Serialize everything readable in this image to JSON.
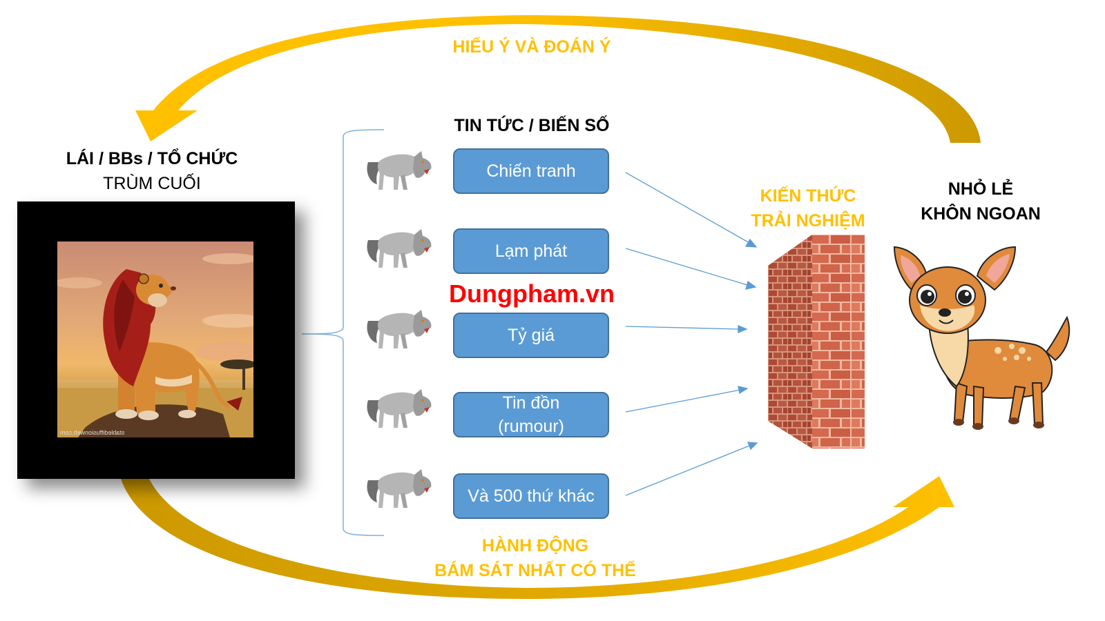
{
  "colors": {
    "arrow_yellow": "#FFC000",
    "arrow_gold": "#CC9900",
    "box_fill": "#5B9BD5",
    "box_border": "#41719C",
    "connector_blue": "#5B9BD5",
    "brand_red": "#FF0000"
  },
  "top_arrow": {
    "label": "HIỂU Ý VÀ ĐOÁN Ý"
  },
  "bottom_arrow": {
    "label_line1": "HÀNH ĐỘNG",
    "label_line2": "BÁM SÁT NHẤT CÓ THỂ"
  },
  "left_actor": {
    "title": "LÁI / BBs / TỔ CHỨC",
    "subtitle": "TRÙM CUỐI",
    "image": "lion-icon",
    "watermark": "stablediffusionweb.com"
  },
  "news": {
    "heading": "TIN TỨC / BIẾN SỐ",
    "items": [
      {
        "label": "Chiến tranh",
        "icon": "wolf-icon"
      },
      {
        "label": "Lạm phát",
        "icon": "wolf-icon"
      },
      {
        "label": "Tỷ giá",
        "icon": "wolf-icon"
      },
      {
        "label_line1": "Tin đồn",
        "label_line2": "(rumour)",
        "icon": "wolf-icon"
      },
      {
        "label": "Và 500 thứ khác",
        "icon": "wolf-icon"
      }
    ]
  },
  "brand": {
    "text": "Dungpham.vn"
  },
  "wall": {
    "label_line1": "KIẾN THỨC",
    "label_line2": "TRẢI NGHIỆM",
    "icon": "brick-wall-icon"
  },
  "right_actor": {
    "title_line1": "NHỎ LẺ",
    "title_line2": "KHÔN NGOAN",
    "image": "deer-icon"
  }
}
